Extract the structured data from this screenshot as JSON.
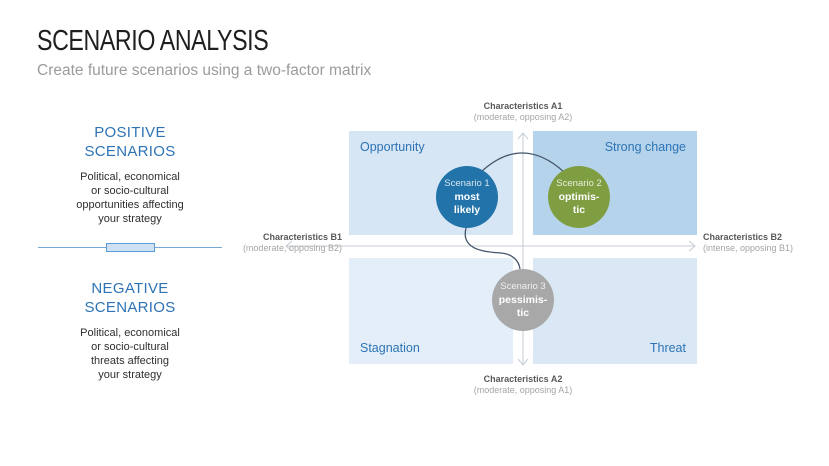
{
  "header": {
    "title": "SCENARIO ANALYSIS",
    "subtitle": "Create future scenarios using a two-factor matrix"
  },
  "left_panel": {
    "positive": {
      "heading": "POSITIVE\nSCENARIOS",
      "description": "Political, economical\nor socio-cultural\nopportunities affecting\nyour strategy"
    },
    "negative": {
      "heading": "NEGATIVE\nSCENARIOS",
      "description": "Political, economical\nor socio-cultural\nthreats affecting\nyour strategy"
    }
  },
  "matrix": {
    "quadrants": [
      {
        "position": "top-left",
        "label": "Opportunity",
        "color": "#d7e6f4"
      },
      {
        "position": "top-right",
        "label": "Strong change",
        "color": "#b5d4eb"
      },
      {
        "position": "bottom-left",
        "label": "Stagnation",
        "color": "#e4eef8"
      },
      {
        "position": "bottom-right",
        "label": "Threat",
        "color": "#dae8f5"
      }
    ],
    "axes": {
      "top": {
        "title": "Characteristics A1",
        "subtitle": "(moderate, opposing A2)"
      },
      "bottom": {
        "title": "Characteristics A2",
        "subtitle": "(moderate, opposing A1)"
      },
      "left": {
        "title": "Characteristics B1",
        "subtitle": "(moderate, opposing B2)"
      },
      "right": {
        "title": "Characteristics B2",
        "subtitle": "(intense, opposing B1)"
      }
    },
    "scenarios": [
      {
        "name": "Scenario 1",
        "label": "most\nlikely",
        "color": "#2173a9"
      },
      {
        "name": "Scenario 2",
        "label": "optimis-\ntic",
        "color": "#7f9e41"
      },
      {
        "name": "Scenario 3",
        "label": "pessimis-\ntic",
        "color": "#a8a8a8"
      }
    ]
  },
  "colors": {
    "accent_blue": "#2d73b5",
    "title_text": "#1f1f1f",
    "subtitle_text": "#9b9b9b",
    "axis_arrow": "#c4ccd5",
    "connector": "#44546a",
    "divider_line": "#74a7d8",
    "divider_border": "#5b9bd5",
    "divider_fill": "#cfe2f3"
  }
}
